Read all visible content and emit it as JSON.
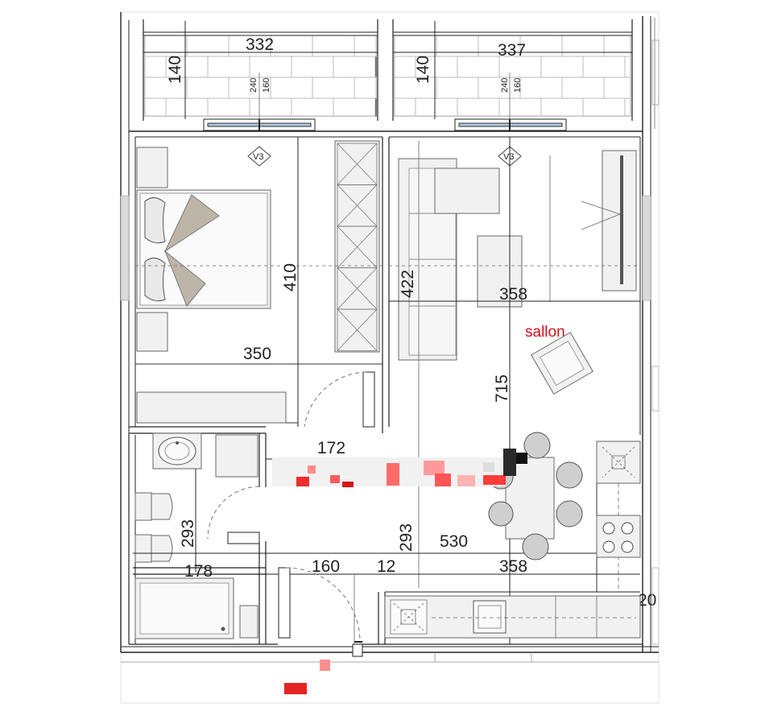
{
  "dimensions": {
    "balcony_left_width": "332",
    "balcony_left_depth": "140",
    "balcony_left_window_240": "240",
    "balcony_left_window_160": "160",
    "balcony_right_width": "337",
    "balcony_right_depth": "140",
    "balcony_right_window_240": "240",
    "balcony_right_window_160": "160",
    "bedroom_depth": "410",
    "bedroom_width": "350",
    "living_depth": "422",
    "living_width": "358",
    "living_total_depth": "715",
    "hall_width": "172",
    "bath_depth": "293",
    "bath_width": "178",
    "entry_width": "160",
    "wall_12": "12",
    "kitchen_depth": "293",
    "kitchen_width": "530",
    "kitchen_358": "358",
    "kitchen_20": "20"
  },
  "tags": {
    "window_left": "V3",
    "window_right": "V3"
  },
  "labels": {
    "living_room": "sallon"
  }
}
